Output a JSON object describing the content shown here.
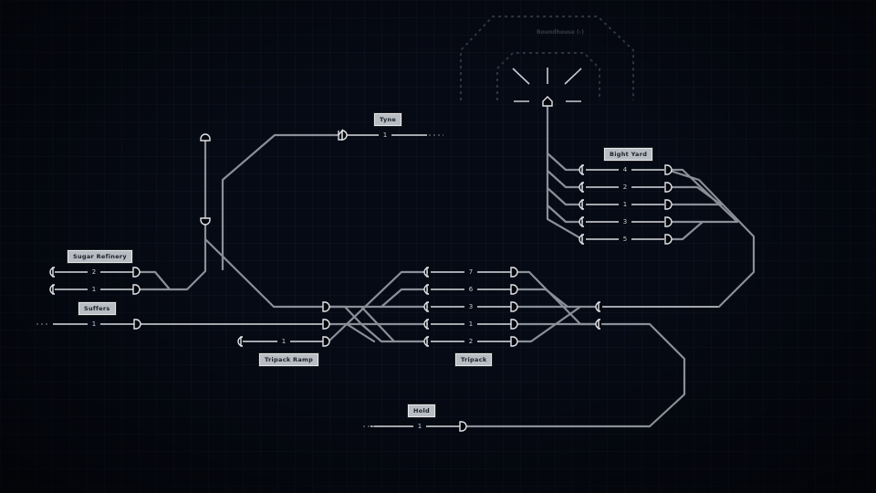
{
  "labels": {
    "tyne": "Tyne",
    "bight_yard": "Bight Yard",
    "sugar_refinery": "Sugar Refinery",
    "suffers": "Suffers",
    "tripack_ramp": "Tripack Ramp",
    "tripack": "Tripack",
    "hold": "Hold",
    "roundhouse": "Roundhouse (-)"
  },
  "track_numbers": {
    "tyne": [
      "1"
    ],
    "bight_yard": [
      "4",
      "2",
      "1",
      "3",
      "5"
    ],
    "sugar_refinery": [
      "2",
      "1"
    ],
    "suffers": [
      "1"
    ],
    "tripack_ramp": [
      "1"
    ],
    "tripack": [
      "7",
      "6",
      "3",
      "1",
      "2"
    ],
    "hold": [
      "1"
    ]
  }
}
